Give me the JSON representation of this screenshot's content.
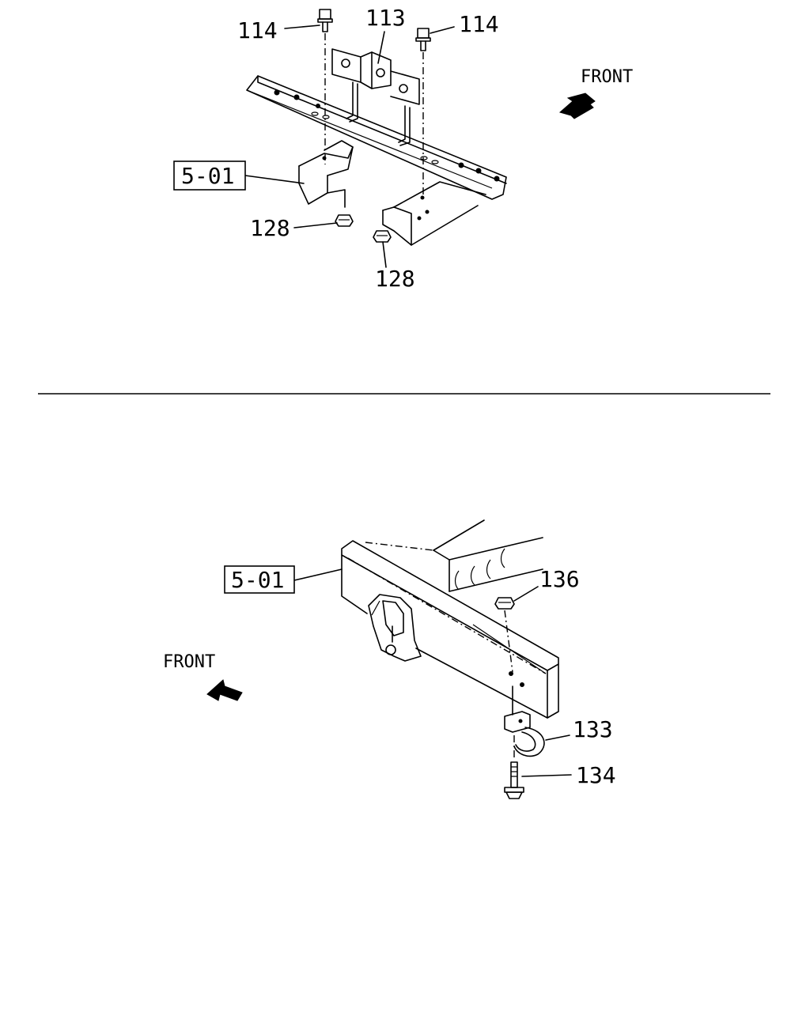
{
  "top_diagram": {
    "callouts": {
      "bolt_left": "114",
      "bracket": "113",
      "bolt_right": "114",
      "reference": "5-01",
      "nut_left": "128",
      "nut_bottom": "128"
    },
    "direction_label": "FRONT"
  },
  "bottom_diagram": {
    "callouts": {
      "reference": "5-01",
      "nut": "136",
      "tow_hook": "133",
      "bolt": "134"
    },
    "direction_label": "FRONT"
  },
  "divider": true
}
